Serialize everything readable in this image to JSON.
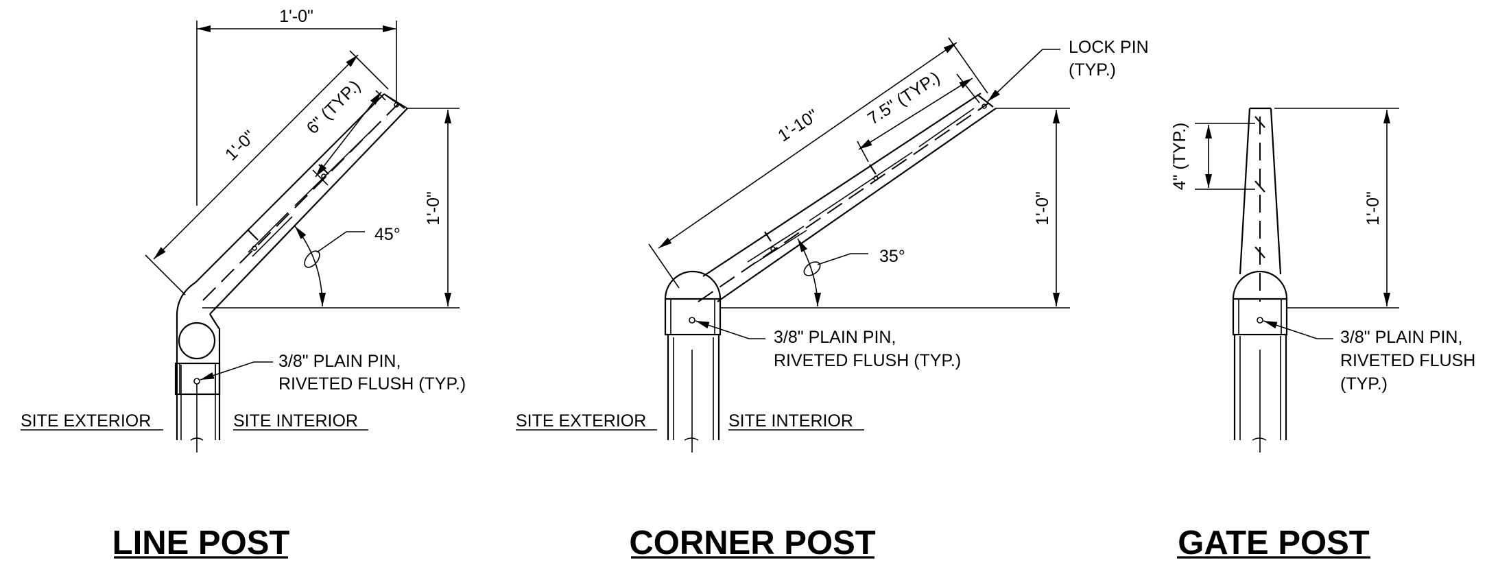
{
  "line_post": {
    "title": "LINE POST",
    "dim_width": "1'-0\"",
    "dim_arm_length": "1'-0\"",
    "dim_spacing": "6\" (TYP.)",
    "dim_height": "1'-0\"",
    "angle": "45°",
    "pin_note_1": "3/8\" PLAIN PIN,",
    "pin_note_2": "RIVETED FLUSH (TYP.)",
    "site_exterior": "SITE EXTERIOR",
    "site_interior": "SITE INTERIOR"
  },
  "corner_post": {
    "title": "CORNER POST",
    "dim_arm_length": "1'-10\"",
    "dim_spacing": "7.5\" (TYP.)",
    "dim_height": "1'-0\"",
    "angle": "35°",
    "lock_pin_1": "LOCK PIN",
    "lock_pin_2": "(TYP.)",
    "pin_note_1": "3/8\" PLAIN PIN,",
    "pin_note_2": "RIVETED FLUSH (TYP.)",
    "site_exterior": "SITE EXTERIOR",
    "site_interior": "SITE INTERIOR"
  },
  "gate_post": {
    "title": "GATE POST",
    "dim_spacing": "4\" (TYP.)",
    "dim_height": "1'-0\"",
    "pin_note_1": "3/8\" PLAIN PIN,",
    "pin_note_2": "RIVETED FLUSH",
    "pin_note_3": "(TYP.)"
  }
}
